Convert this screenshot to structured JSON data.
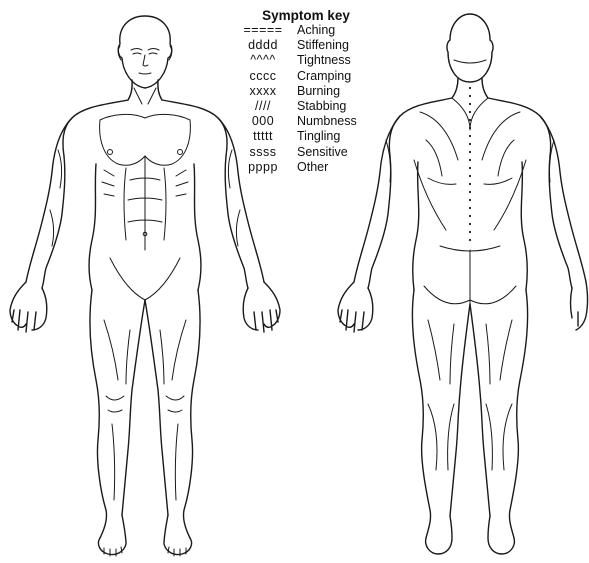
{
  "symptom_key": {
    "title": "Symptom key",
    "items": [
      {
        "symbol": "=====",
        "label": "Aching"
      },
      {
        "symbol": "dddd",
        "label": "Stiffening"
      },
      {
        "symbol": "^^^^",
        "label": "Tightness"
      },
      {
        "symbol": "cccc",
        "label": "Cramping"
      },
      {
        "symbol": "xxxx",
        "label": "Burning"
      },
      {
        "symbol": "////",
        "label": "Stabbing"
      },
      {
        "symbol": "000",
        "label": "Numbness"
      },
      {
        "symbol": "ttttt",
        "label": "Tingling"
      },
      {
        "symbol": "ssss",
        "label": "Sensitive"
      },
      {
        "symbol": "pppp",
        "label": "Other"
      }
    ]
  },
  "figures": [
    {
      "view": "front"
    },
    {
      "view": "back"
    }
  ]
}
